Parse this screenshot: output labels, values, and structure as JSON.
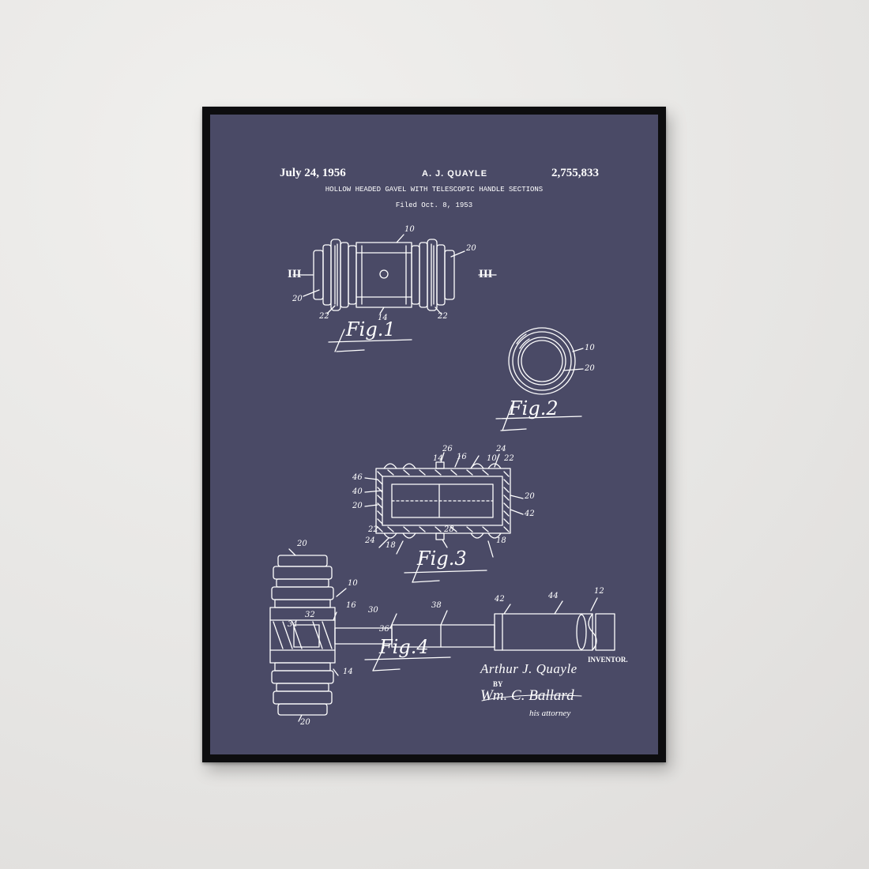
{
  "patent": {
    "date": "July 24, 1956",
    "inventor": "A. J. QUAYLE",
    "number": "2,755,833",
    "title": "HOLLOW HEADED GAVEL WITH TELESCOPIC HANDLE SECTIONS",
    "filed": "Filed Oct. 8, 1953"
  },
  "figures": {
    "fig1": "Fig.1",
    "fig2": "Fig.2",
    "fig3": "Fig.3",
    "fig4": "Fig.4"
  },
  "section_marks": {
    "left": "III",
    "right": "III"
  },
  "ref_numbers": [
    "10",
    "20",
    "22",
    "14",
    "24",
    "26",
    "16",
    "18",
    "28",
    "40",
    "42",
    "44",
    "46",
    "12",
    "30",
    "32",
    "34",
    "36",
    "38"
  ],
  "signature": {
    "inventor_label": "INVENTOR.",
    "inventor_signature": "Arthur J. Quayle",
    "by": "BY",
    "attorney_signature": "Wm. C. Ballard",
    "attorney_sub": "his attorney"
  },
  "colors": {
    "wall": "#e9e8e6",
    "frame": "#0d0d0f",
    "poster": "#4a4a66",
    "ink": "#ffffff"
  }
}
